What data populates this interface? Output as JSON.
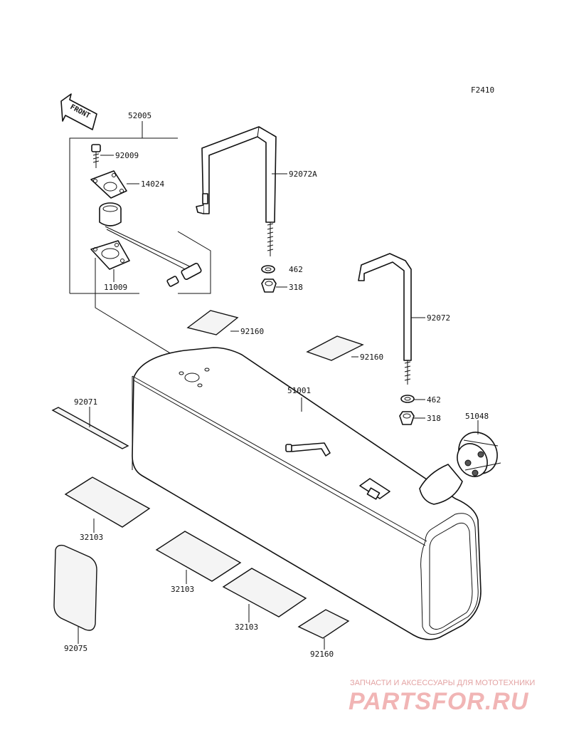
{
  "figure_code": "F2410",
  "front_marker": "FRONT",
  "labels": {
    "p52005": "52005",
    "p92009": "92009",
    "p14024": "14024",
    "p11009": "11009",
    "p92072A": "92072A",
    "p462_a": "462",
    "p318_a": "318",
    "p92072": "92072",
    "p92160_a": "92160",
    "p92160_b": "92160",
    "p462_b": "462",
    "p318_b": "318",
    "p51048": "51048",
    "p51001": "51001",
    "p92071": "92071",
    "p32103_a": "32103",
    "p32103_b": "32103",
    "p32103_c": "32103",
    "p92075": "92075",
    "p92160_c": "92160"
  },
  "watermark": {
    "tagline": "ЗАПЧАСТИ И АКСЕССУАРЫ ДЛЯ МОТОТЕХНИКИ",
    "brand": "PARTSFOR.RU"
  }
}
